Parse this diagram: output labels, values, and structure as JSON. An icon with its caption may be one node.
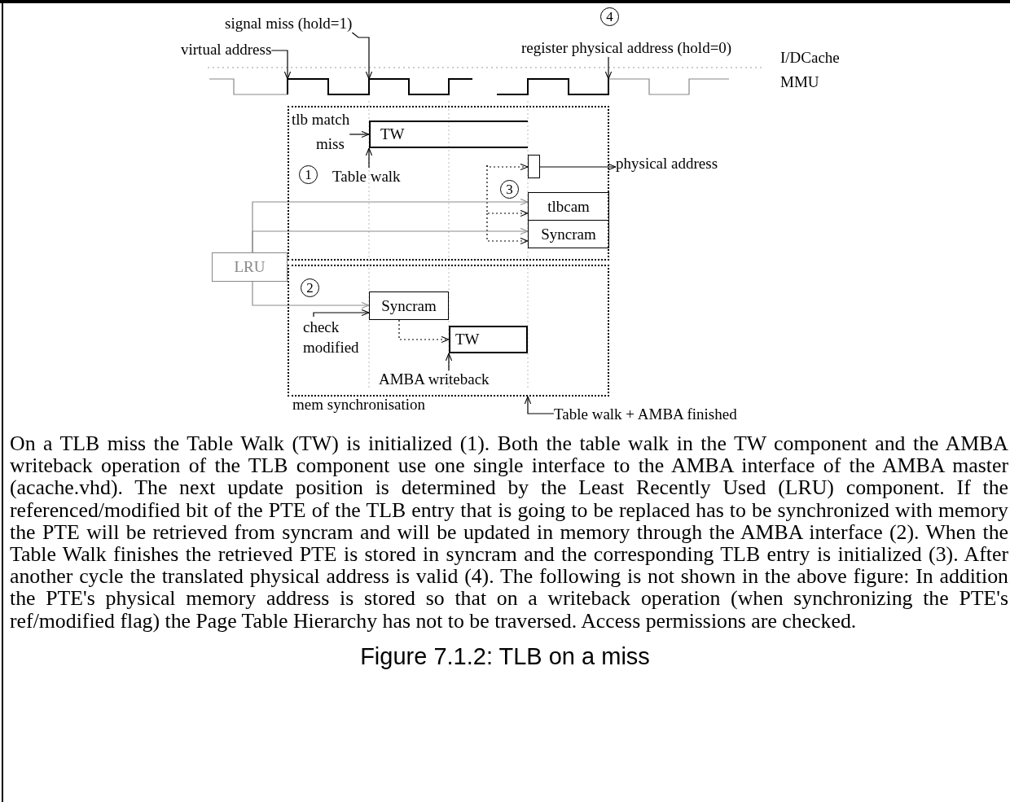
{
  "diagram": {
    "caption": "Figure 7.1.2: TLB on a miss",
    "nodes": [
      {
        "text": [
          "virtual address"
        ]
      },
      {
        "text": [
          "signal miss (hold=1)"
        ]
      },
      {
        "text": [
          "4"
        ]
      },
      {
        "text": [
          "register physical address (hold=0)"
        ]
      },
      {
        "text": [],
        "shape": "box"
      },
      {
        "text": [
          "tlb match",
          "miss"
        ],
        "in": 4
      },
      {
        "text": [
          "TW"
        ],
        "in": 4
      },
      {
        "text": [
          "1"
        ],
        "in": 4
      },
      {
        "text": [
          "Table walk"
        ],
        "in": 4
      },
      {
        "text": [],
        "shape": "box",
        "in": 4
      },
      {
        "text": [
          "3"
        ],
        "in": 4
      },
      {
        "text": [
          "physical address"
        ]
      },
      {
        "text": [
          "tlbcam"
        ],
        "in": 4
      },
      {
        "text": [
          "Syncram"
        ],
        "in": 4
      },
      {
        "text": [
          "LRU"
        ]
      },
      {
        "text": [
          "mem synchronisation"
        ]
      },
      {
        "text": [
          "2"
        ],
        "in": 15
      },
      {
        "text": [
          "Syncram"
        ],
        "in": 15
      },
      {
        "text": [
          "check modified"
        ],
        "in": 15
      },
      {
        "text": [
          "TW"
        ],
        "in": 15
      },
      {
        "text": [
          "AMBA writeback"
        ],
        "in": 15
      },
      {
        "text": [
          "Table walk + AMBA finished"
        ]
      },
      {
        "text": [],
        "shape": "picture"
      }
    ],
    "edges": [
      {
        "from": 0,
        "to": 22,
        "arrow": "to"
      },
      {
        "from": 1,
        "to": 22,
        "arrow": "to"
      },
      {
        "from": 3,
        "to": 22,
        "arrow": "to"
      },
      {
        "from": 5,
        "to": 6,
        "arrow": "to"
      },
      {
        "from": 8,
        "to": 6,
        "arrow": "to"
      },
      {
        "from": null,
        "to": 9,
        "arrow": "to",
        "style": "dashed"
      },
      {
        "from": 9,
        "to": 11,
        "arrow": "to"
      },
      {
        "from": null,
        "to": 12,
        "arrow": "to",
        "style": "dashed"
      },
      {
        "from": null,
        "to": 13,
        "arrow": "to",
        "style": "dashed"
      },
      {
        "from": 14,
        "to": 12,
        "arrow": "to",
        "color": "#8c8c8c"
      },
      {
        "from": 14,
        "to": 13,
        "arrow": "to",
        "color": "#8c8c8c"
      },
      {
        "from": 14,
        "to": 17,
        "arrow": "to",
        "color": "#8c8c8c"
      },
      {
        "from": 18,
        "to": 17,
        "arrow": "to"
      },
      {
        "from": 17,
        "to": 19,
        "arrow": "to",
        "style": "dashed"
      },
      {
        "from": 20,
        "to": 19,
        "arrow": "to"
      },
      {
        "from": 21,
        "to": 15,
        "arrow": "to"
      }
    ],
    "labels": [
      "I/DCache",
      "MMU",
      "On a TLB miss the Table Walk (TW) is initialized (1). Both the table walk in the TW component and the AMBA writeback operation of the TLB component use one single interface to the AMBA interface of the AMBA master (acache.vhd). The next update position is determined by the Least Recently Used (LRU) component. If the referenced/modified bit of the PTE of the TLB entry that is going to be replaced has to be synchronized with memory the PTE will be retrieved from syncram and will be updated in memory through the AMBA interface (2). When the Table Walk finishes the retrieved PTE is stored in syncram and the corresponding TLB entry is initialized (3). After another cycle the translated physical address is valid (4). The following is not shown in the above figure: In addition the PTE's physical memory address is stored so that on a writeback operation (when synchronizing the PTE's ref/modified flag) the Page Table Hierarchy has not to be traversed. Access permissions are checked."
    ]
  }
}
